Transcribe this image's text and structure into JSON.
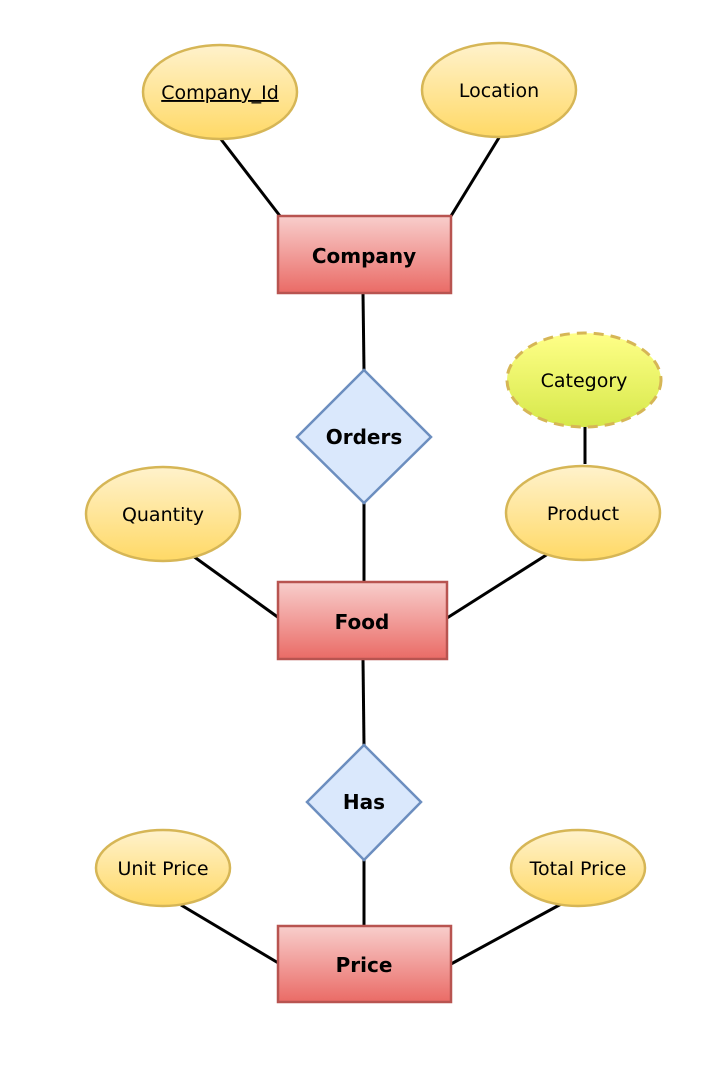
{
  "diagram": {
    "entities": {
      "company": "Company",
      "food": "Food",
      "price": "Price"
    },
    "relationships": {
      "orders": "Orders",
      "has": "Has"
    },
    "attributes": {
      "company_id": "Company_Id",
      "location": "Location",
      "category": "Category",
      "quantity": "Quantity",
      "product": "Product",
      "unit_price": "Unit Price",
      "total_price": "Total Price"
    },
    "colors": {
      "entity_fill_top": "#f8cecc",
      "entity_fill_bottom": "#ea6b66",
      "entity_stroke": "#b85450",
      "relationship_fill": "#dae8fc",
      "relationship_stroke": "#6c8ebf",
      "attribute_fill_top": "#fff2cc",
      "attribute_fill_bottom": "#ffd966",
      "attribute_stroke": "#d6b656",
      "derived_fill_top": "#ffff88",
      "derived_fill_bottom": "#d6e84a"
    }
  }
}
